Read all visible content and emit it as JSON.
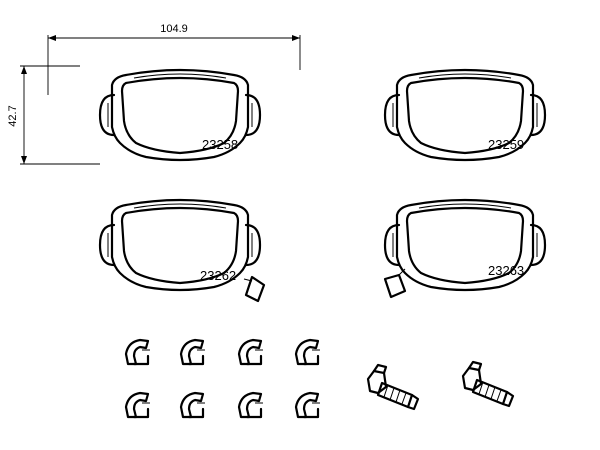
{
  "dimensions": {
    "width_label": "104.9",
    "height_label": "42.7"
  },
  "pads": [
    {
      "part_number": "23258",
      "wear_sensor": false
    },
    {
      "part_number": "23259",
      "wear_sensor": false
    },
    {
      "part_number": "23262",
      "wear_sensor": true
    },
    {
      "part_number": "23263",
      "wear_sensor": true
    }
  ],
  "accessories": {
    "spring_clip_count": 8,
    "guide_bolt_count": 2
  }
}
